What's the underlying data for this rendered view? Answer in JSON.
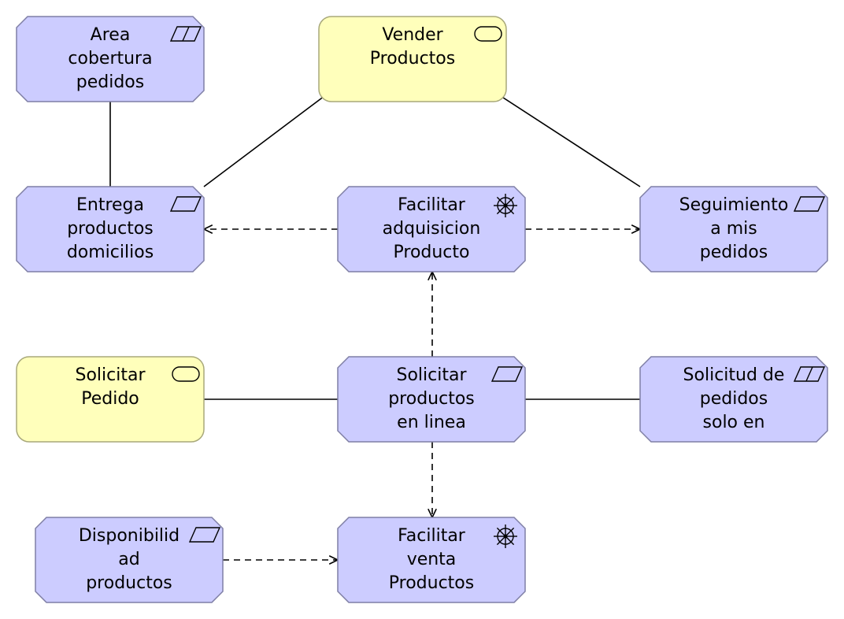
{
  "colors": {
    "application_fill": "#ccccff",
    "application_stroke": "#7f7fa5",
    "business_fill": "#ffffbb",
    "business_stroke": "#a8a87a"
  },
  "nodes": {
    "area_cobertura": {
      "lines": [
        "Area",
        "cobertura",
        "pedidos"
      ],
      "icon": "application-interaction-icon",
      "kind": "application"
    },
    "vender_productos": {
      "lines": [
        "Vender",
        "Productos"
      ],
      "icon": "business-service-icon",
      "kind": "business"
    },
    "entrega_productos": {
      "lines": [
        "Entrega",
        "productos",
        "domicilios"
      ],
      "icon": "application-function-icon",
      "kind": "application"
    },
    "facilitar_adquisicion": {
      "lines": [
        "Facilitar",
        "adquisicion",
        "Producto"
      ],
      "icon": "application-service-wheel-icon",
      "kind": "application"
    },
    "seguimiento_pedidos": {
      "lines": [
        "Seguimiento",
        "a mis",
        "pedidos"
      ],
      "icon": "application-function-icon",
      "kind": "application"
    },
    "solicitar_pedido": {
      "lines": [
        "Solicitar",
        "Pedido"
      ],
      "icon": "business-service-icon",
      "kind": "business"
    },
    "solicitar_productos": {
      "lines": [
        "Solicitar",
        "productos",
        "en linea"
      ],
      "icon": "application-function-icon",
      "kind": "application"
    },
    "solicitud_pedidos": {
      "lines": [
        "Solicitud de",
        "pedidos",
        "solo en"
      ],
      "icon": "application-interaction-icon",
      "kind": "application"
    },
    "disponibilidad_productos": {
      "lines": [
        "Disponibilid",
        "ad",
        "productos"
      ],
      "icon": "application-function-icon",
      "kind": "application"
    },
    "facilitar_venta": {
      "lines": [
        "Facilitar",
        "venta",
        "Productos"
      ],
      "icon": "application-service-wheel-icon",
      "kind": "application"
    }
  },
  "edges": [
    {
      "from": "area_cobertura",
      "to": "entrega_productos",
      "style": "solid"
    },
    {
      "from": "vender_productos",
      "to": "entrega_productos",
      "style": "solid"
    },
    {
      "from": "vender_productos",
      "to": "seguimiento_pedidos",
      "style": "solid"
    },
    {
      "from": "facilitar_adquisicion",
      "to": "entrega_productos",
      "style": "dashed-arrow"
    },
    {
      "from": "facilitar_adquisicion",
      "to": "seguimiento_pedidos",
      "style": "dashed-arrow"
    },
    {
      "from": "solicitar_productos",
      "to": "facilitar_adquisicion",
      "style": "dashed-arrow"
    },
    {
      "from": "solicitar_pedido",
      "to": "solicitar_productos",
      "style": "solid"
    },
    {
      "from": "solicitar_productos",
      "to": "solicitud_pedidos",
      "style": "solid"
    },
    {
      "from": "solicitar_productos",
      "to": "facilitar_venta",
      "style": "dashed-arrow"
    },
    {
      "from": "disponibilidad_productos",
      "to": "facilitar_venta",
      "style": "dashed-arrow"
    }
  ]
}
